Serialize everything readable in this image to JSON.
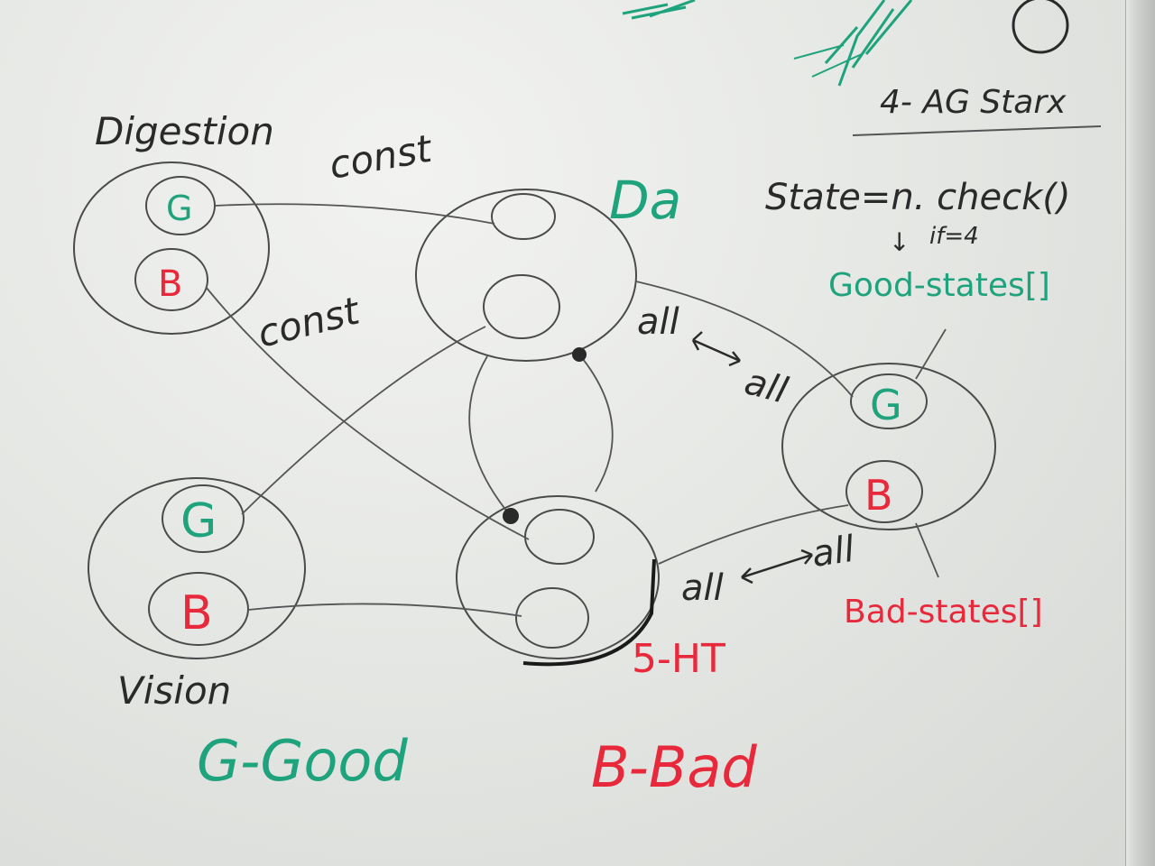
{
  "labels": {
    "digestion": "Digestion",
    "vision": "Vision",
    "da": "Da",
    "mt": "5-HT",
    "const_top": "const",
    "const_mid": "const",
    "state_line": "State=n. check()",
    "if_note": "if=4",
    "arrow_note": "↓",
    "good_states": "Good-states[]",
    "bad_states": "Bad-states[]",
    "all_left_top": "all",
    "all_right_top": "all",
    "all_left_bottom": "all",
    "all_right_bottom": "all",
    "legend_good": "G-Good",
    "legend_bad": "B-Bad",
    "corner_note": "4- AG Starx"
  },
  "nodes": {
    "digestion_g": "G",
    "digestion_b": "B",
    "vision_g": "G",
    "vision_b": "B",
    "right_g": "G",
    "right_b": "B"
  },
  "colors": {
    "ink_dark": "#2a2a2a",
    "ink_green": "#1fa37c",
    "ink_red": "#e8293b"
  }
}
